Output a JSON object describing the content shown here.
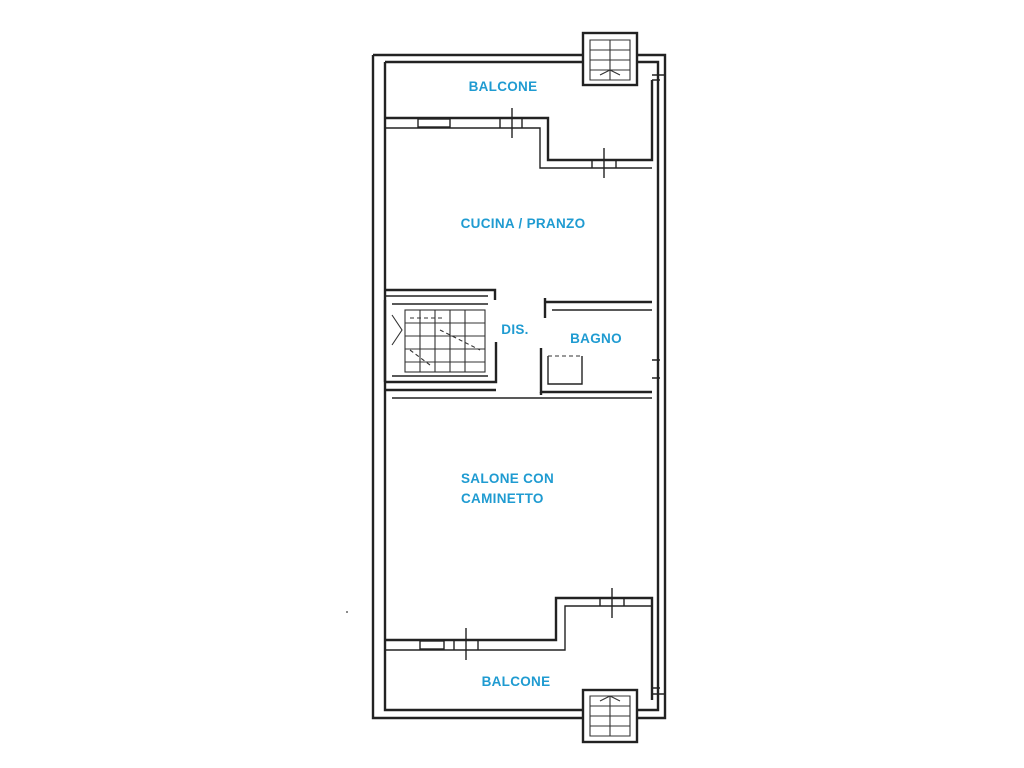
{
  "plan": {
    "label_color": "#1f9bd1",
    "rooms": {
      "balcone_top": "BALCONE",
      "cucina": "CUCINA / PRANZO",
      "dis": "DIS.",
      "bagno": "BAGNO",
      "salone_line1": "SALONE CON",
      "salone_line2": "CAMINETTO",
      "balcone_bottom": "BALCONE"
    }
  }
}
